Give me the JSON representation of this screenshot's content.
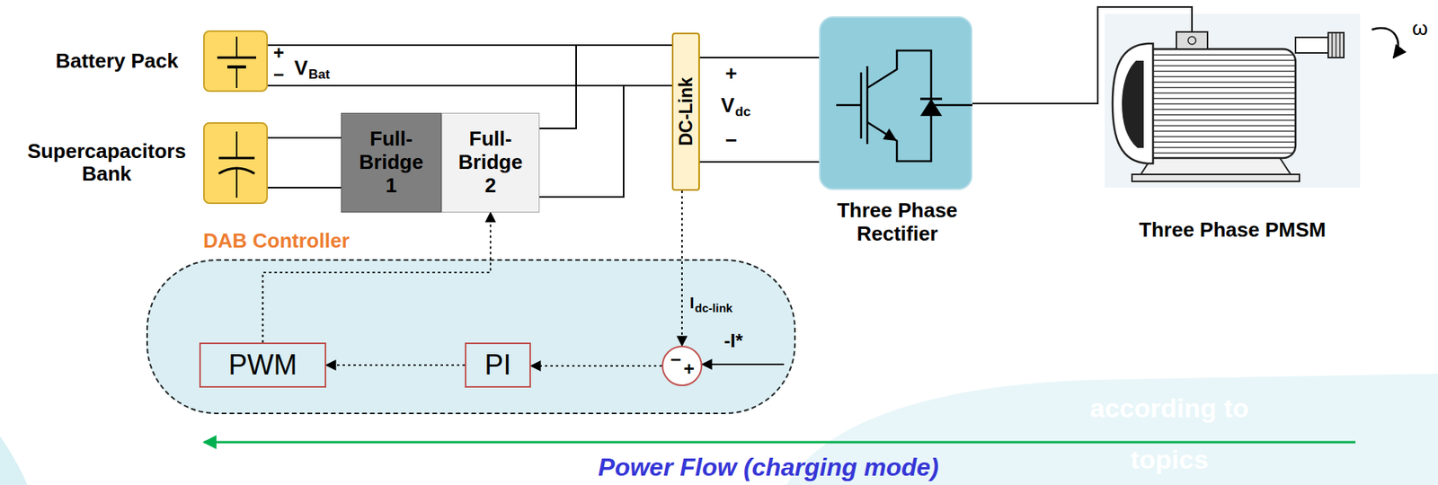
{
  "diagram": {
    "nodes": [
      {
        "text": [
          "Battery Pack"
        ]
      },
      {
        "text": [
          "Supercapacitors Bank"
        ]
      },
      {
        "text": [
          "Full- Bridge 1"
        ]
      },
      {
        "text": [
          "Full- Bridge 2"
        ]
      },
      {
        "text": [
          "DC-Link"
        ]
      },
      {
        "text": [
          "Three Phase Rectifier"
        ]
      },
      {
        "text": [
          "Three Phase PMSM"
        ]
      },
      {
        "text": [
          "DAB Controller"
        ]
      },
      {
        "text": [
          "PWM"
        ],
        "in": 7
      },
      {
        "text": [
          "PI"
        ],
        "in": 7
      },
      {
        "text": [
          "−",
          "+"
        ],
        "in": 7
      }
    ],
    "edges": [
      {
        "from": 0,
        "to": 4,
        "arrow": "none"
      },
      {
        "from": 0,
        "to": 4,
        "arrow": "none"
      },
      {
        "from": 1,
        "to": 2,
        "arrow": "none"
      },
      {
        "from": 1,
        "to": 2,
        "arrow": "none"
      },
      {
        "from": 3,
        "to": 4,
        "arrow": "none"
      },
      {
        "from": 3,
        "to": 4,
        "arrow": "none"
      },
      {
        "from": 4,
        "to": 5,
        "arrow": "none"
      },
      {
        "from": 4,
        "to": 5,
        "arrow": "none"
      },
      {
        "from": 5,
        "to": 6,
        "arrow": "none"
      },
      {
        "from": 4,
        "to": 10,
        "arrow": "to"
      },
      {
        "from": 10,
        "to": 9,
        "arrow": "to"
      },
      {
        "from": 9,
        "to": 8,
        "arrow": "to"
      },
      {
        "from": 8,
        "to": 3,
        "arrow": "to"
      }
    ],
    "labels": [
      "+",
      "−",
      "V",
      "Bat",
      "+",
      "V",
      "dc",
      "−",
      "I",
      "dc-link",
      "-I*",
      "ω",
      "Power Flow (charging mode)",
      "according to",
      "topics"
    ]
  }
}
